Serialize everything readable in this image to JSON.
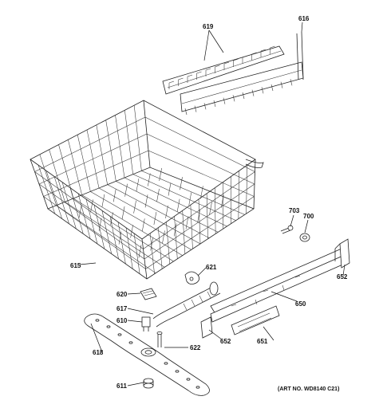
{
  "parts": {
    "p615": "615",
    "p616": "616",
    "p617": "617",
    "p618": "618",
    "p619": "619",
    "p620": "620",
    "p621": "621",
    "p622": "622",
    "p610": "610",
    "p611": "611",
    "p650": "650",
    "p651": "651",
    "p652a": "652",
    "p652b": "652",
    "p700": "700",
    "p703": "703"
  },
  "art_number": "(ART NO. WD8140 C21)"
}
